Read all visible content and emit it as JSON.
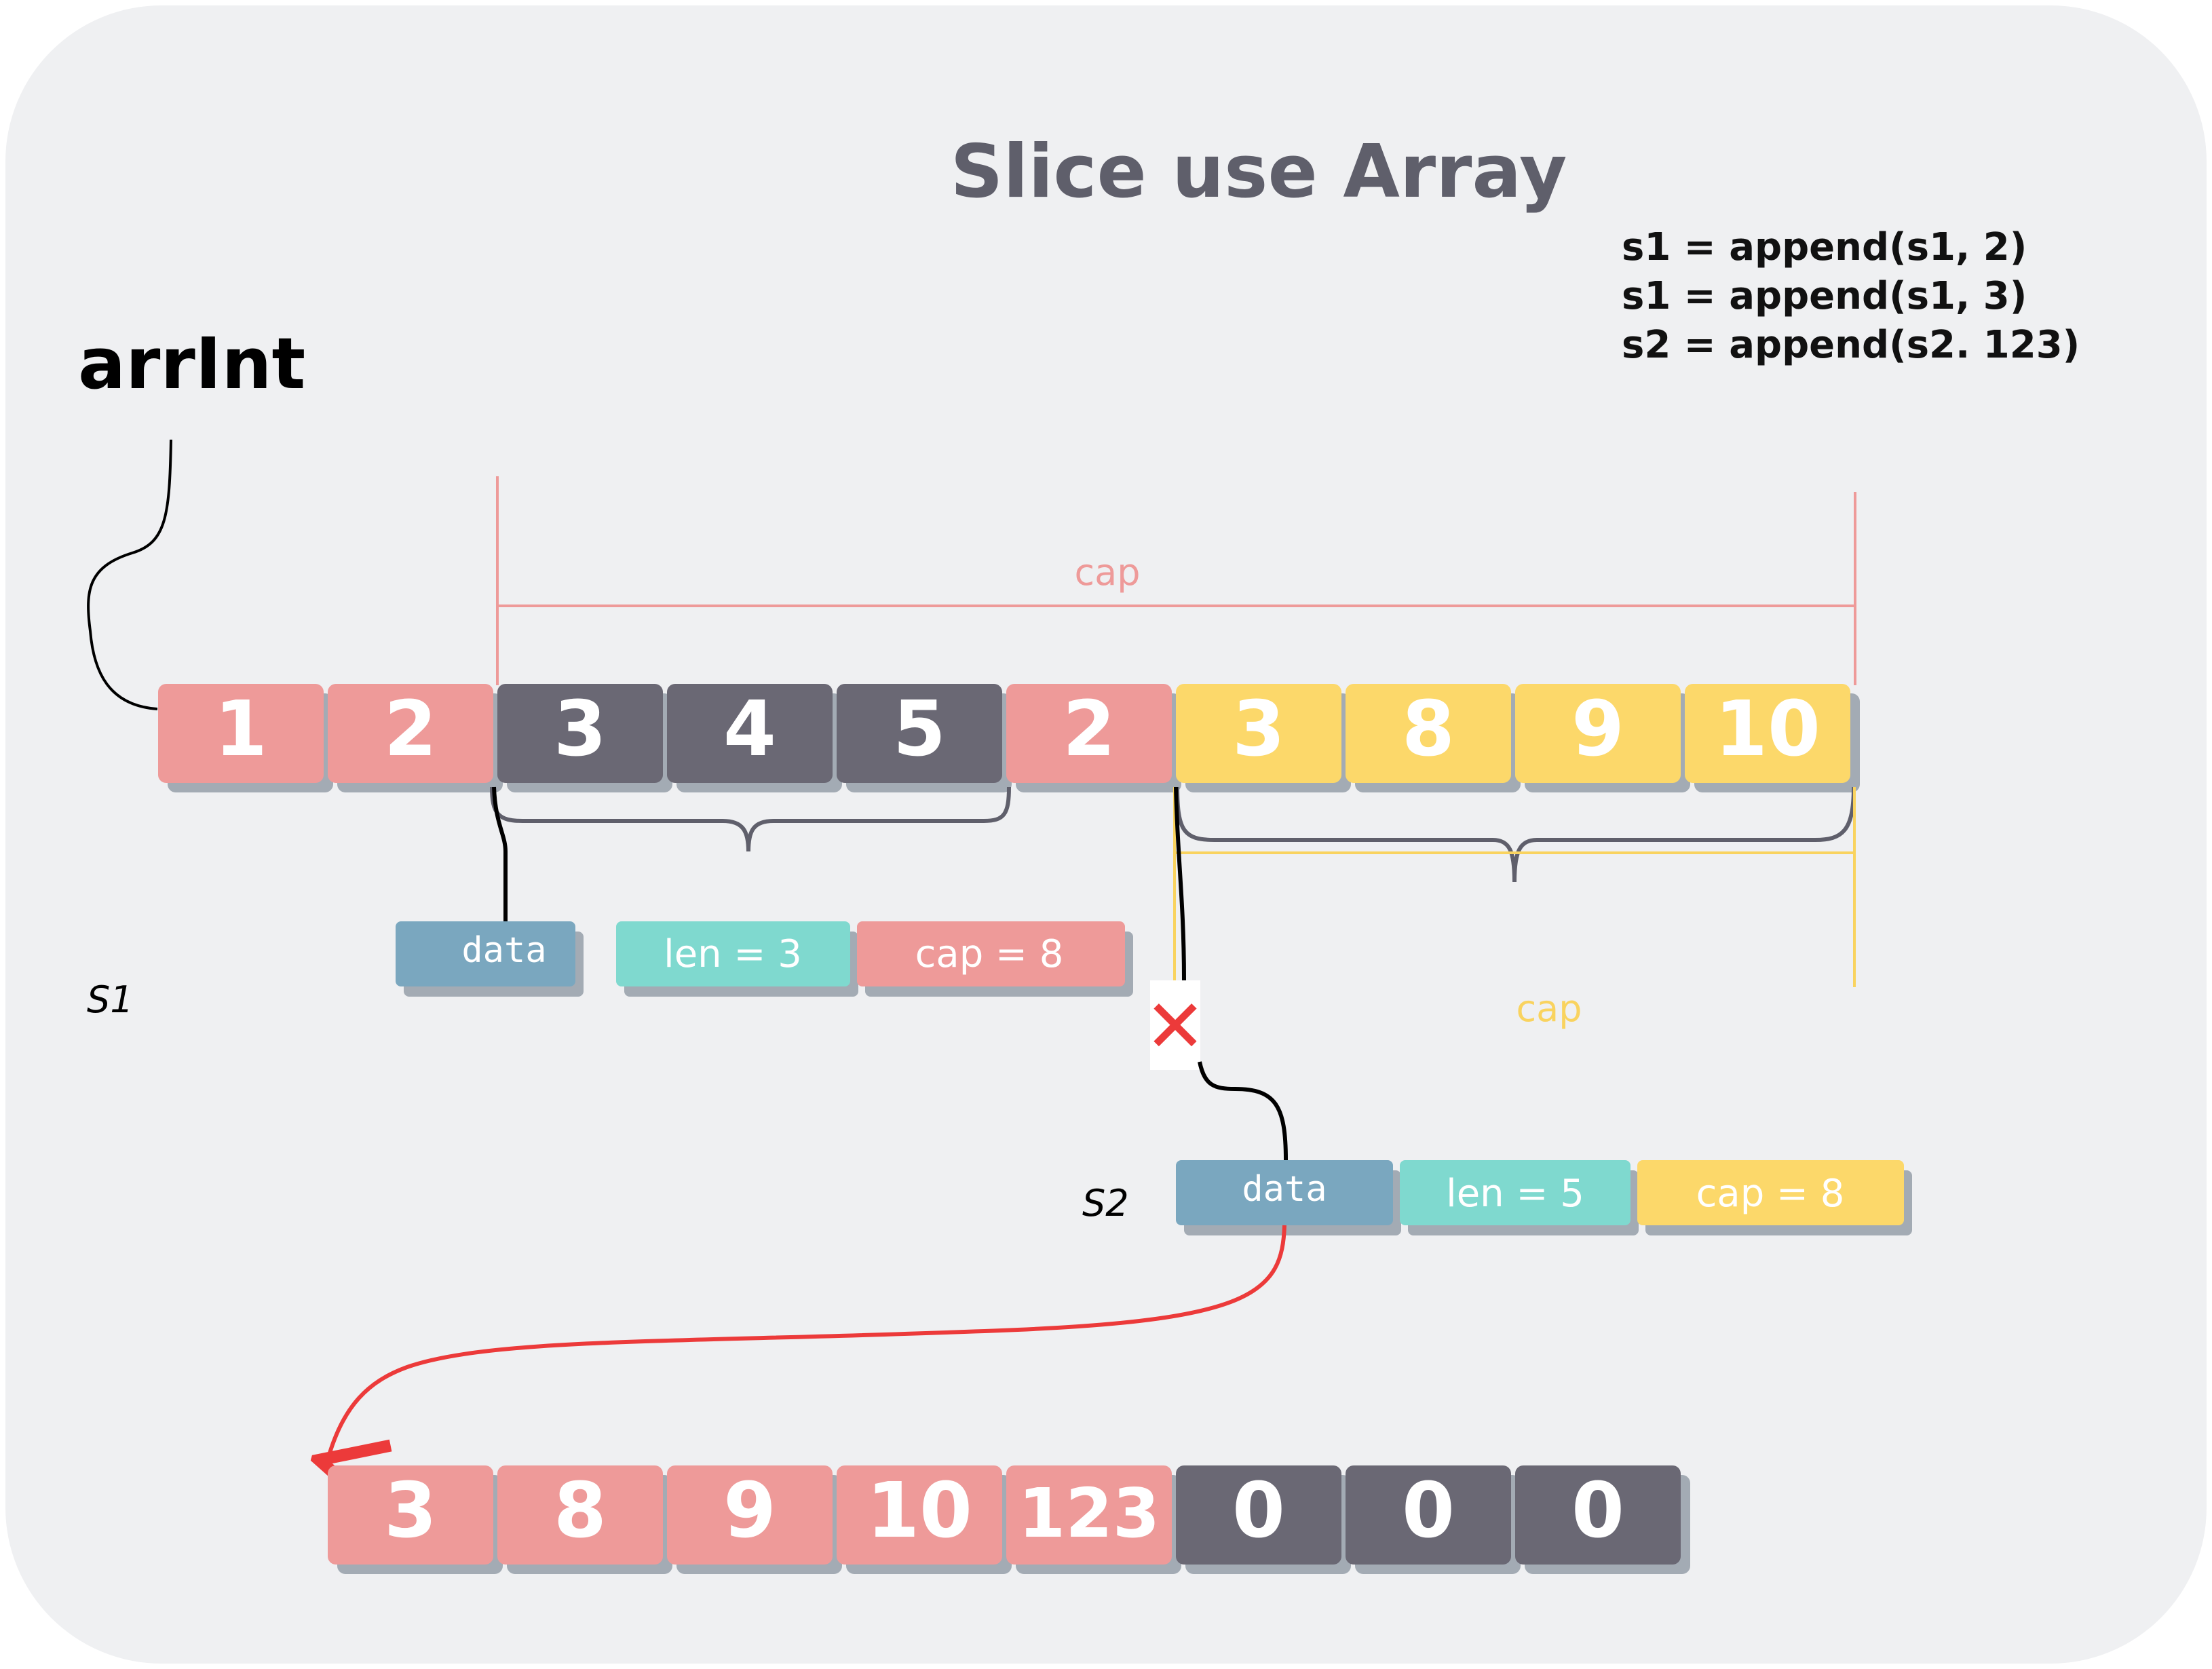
{
  "title": "Slice use Array",
  "code_lines": [
    "s1 = append(s1, 2)",
    "s1 = append(s1, 3)",
    "s2 = append(s2. 123)"
  ],
  "array_name": "arrInt",
  "colors": {
    "background": "#eff0f2",
    "pink": "#ee9a99",
    "dark": "#6a6874",
    "yellow": "#fcd86a",
    "blue": "#7aa7bf",
    "teal": "#7fd9cf",
    "red_arrow": "#ec3a3a",
    "cap_pink": "#ee9a99",
    "cap_yellow": "#f9d35f"
  },
  "arr_cells": [
    {
      "value": "1",
      "color": "pink"
    },
    {
      "value": "2",
      "color": "pink"
    },
    {
      "value": "3",
      "color": "dark"
    },
    {
      "value": "4",
      "color": "dark"
    },
    {
      "value": "5",
      "color": "dark"
    },
    {
      "value": "2",
      "color": "pink"
    },
    {
      "value": "3",
      "color": "yellow"
    },
    {
      "value": "8",
      "color": "yellow"
    },
    {
      "value": "9",
      "color": "yellow"
    },
    {
      "value": "10",
      "color": "yellow"
    }
  ],
  "new_cells": [
    {
      "value": "3",
      "color": "pink"
    },
    {
      "value": "8",
      "color": "pink"
    },
    {
      "value": "9",
      "color": "pink"
    },
    {
      "value": "10",
      "color": "pink"
    },
    {
      "value": "123",
      "color": "pink"
    },
    {
      "value": "0",
      "color": "dark"
    },
    {
      "value": "0",
      "color": "dark"
    },
    {
      "value": "0",
      "color": "dark"
    }
  ],
  "s1": {
    "label": "S1",
    "data": "data",
    "len": "len = 3",
    "cap": "cap = 8"
  },
  "s2": {
    "label": "S2",
    "data": "data",
    "len": "len = 5",
    "cap": "cap = 8"
  },
  "cap_label_top": "cap",
  "cap_label_s2": "cap",
  "broken_link_mark": "✕"
}
